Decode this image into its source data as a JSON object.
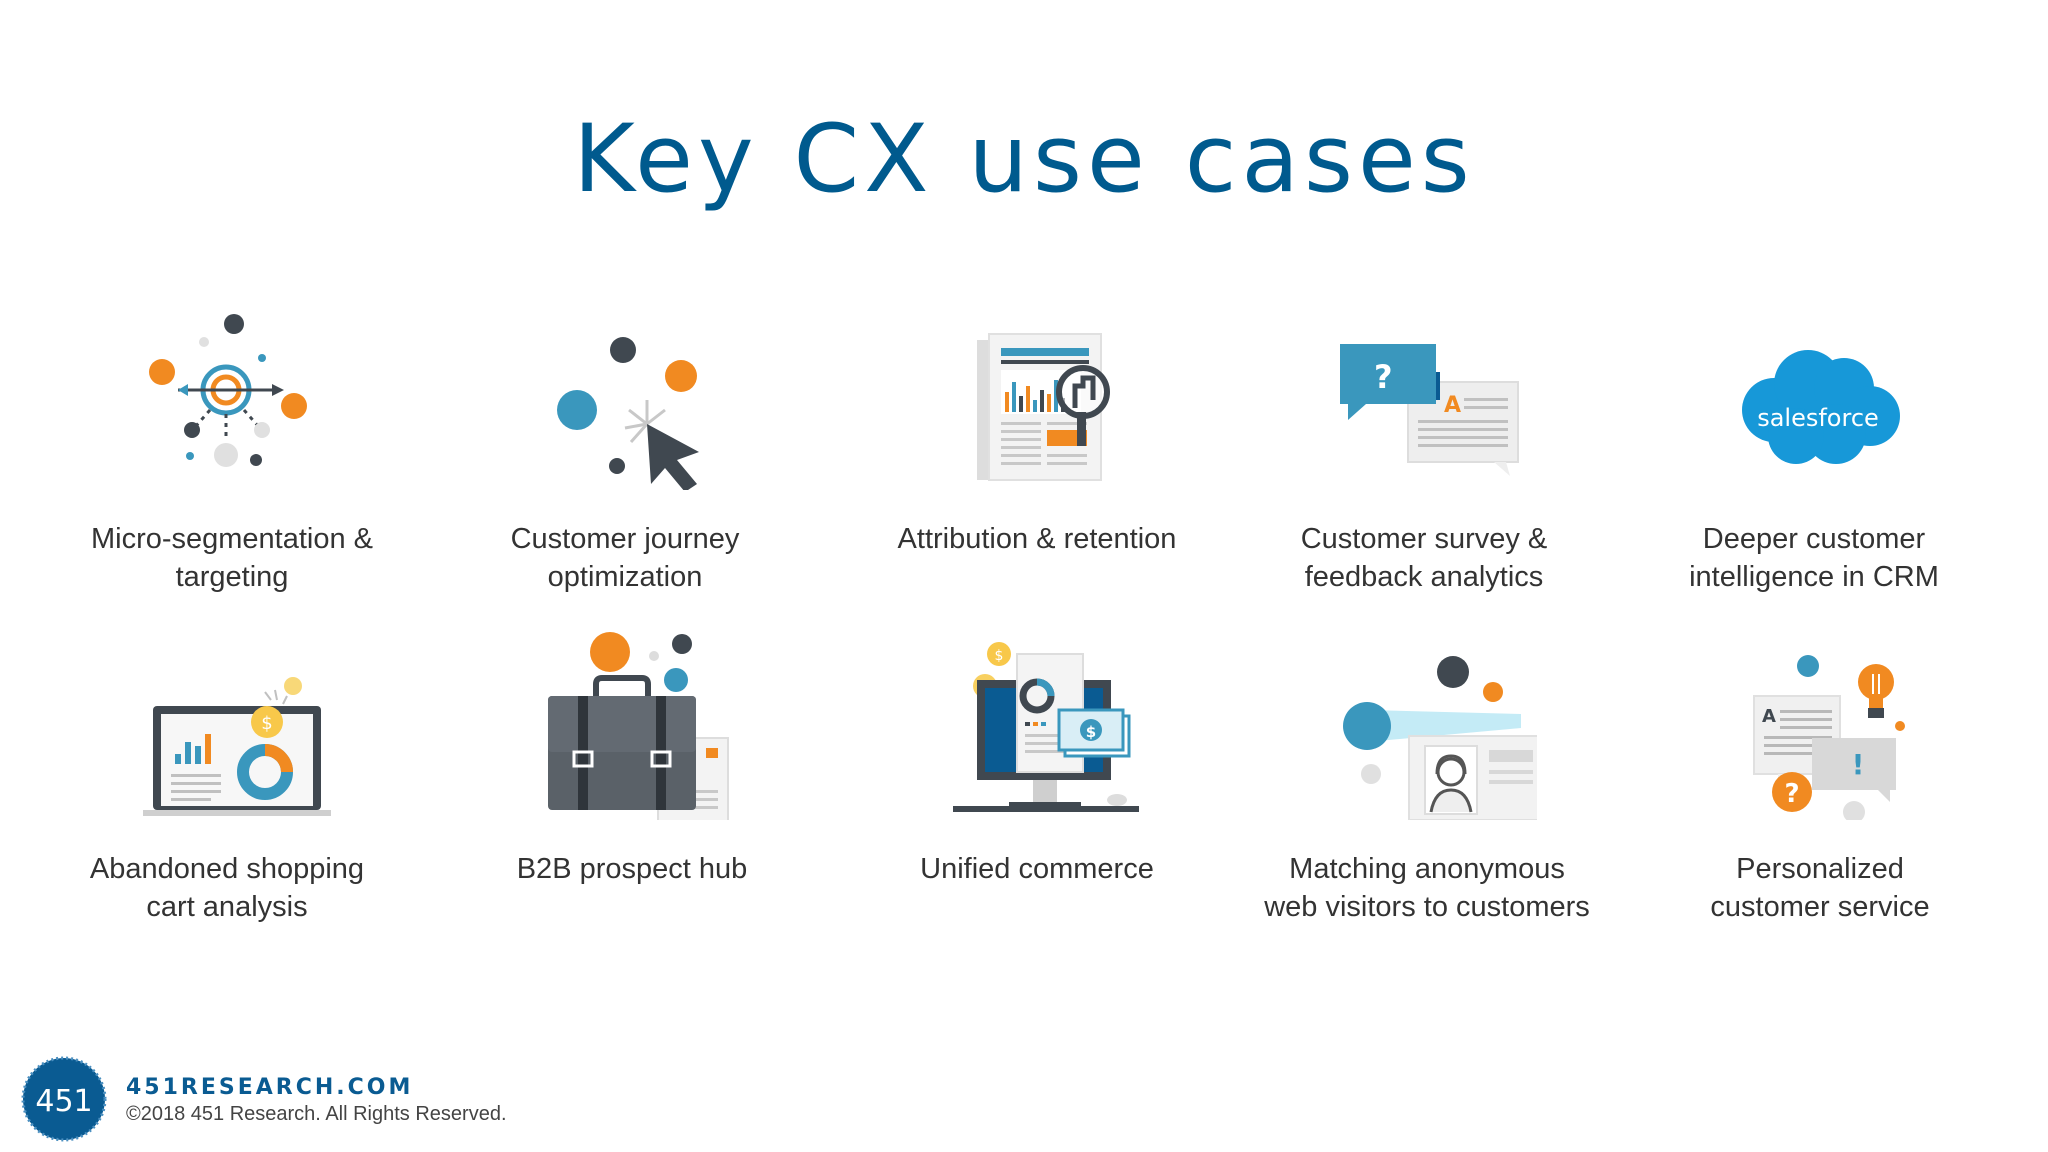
{
  "slide": {
    "title": "Key CX use cases"
  },
  "use_cases": [
    {
      "label": "Micro-segmentation &\ntargeting",
      "icon": "target-arrow-icon"
    },
    {
      "label": "Customer journey\noptimization",
      "icon": "cursor-click-icon"
    },
    {
      "label": "Attribution & retention",
      "icon": "report-magnifier-icon"
    },
    {
      "label": "Customer survey &\nfeedback analytics",
      "icon": "speech-bubbles-icon"
    },
    {
      "label": "Deeper customer\nintelligence in CRM",
      "icon": "salesforce-cloud-icon"
    },
    {
      "label": "Abandoned shopping\ncart analysis",
      "icon": "laptop-analytics-icon"
    },
    {
      "label": "B2B prospect hub",
      "icon": "briefcase-icon"
    },
    {
      "label": "Unified commerce",
      "icon": "monitor-commerce-icon"
    },
    {
      "label": "Matching anonymous\nweb visitors to customers",
      "icon": "visitor-profile-icon"
    },
    {
      "label": "Personalized\ncustomer service",
      "icon": "service-bubbles-icon"
    }
  ],
  "salesforce_logo_text": "salesforce",
  "footer": {
    "logo_text": "451",
    "website": "451RESEARCH.COM",
    "copyright": "©2018 451 Research. All Rights Reserved."
  },
  "colors": {
    "title": "#005a8e",
    "orange": "#f18a21",
    "teal": "#3a97bd",
    "dark": "#404850",
    "salesforce": "#1798d8"
  }
}
